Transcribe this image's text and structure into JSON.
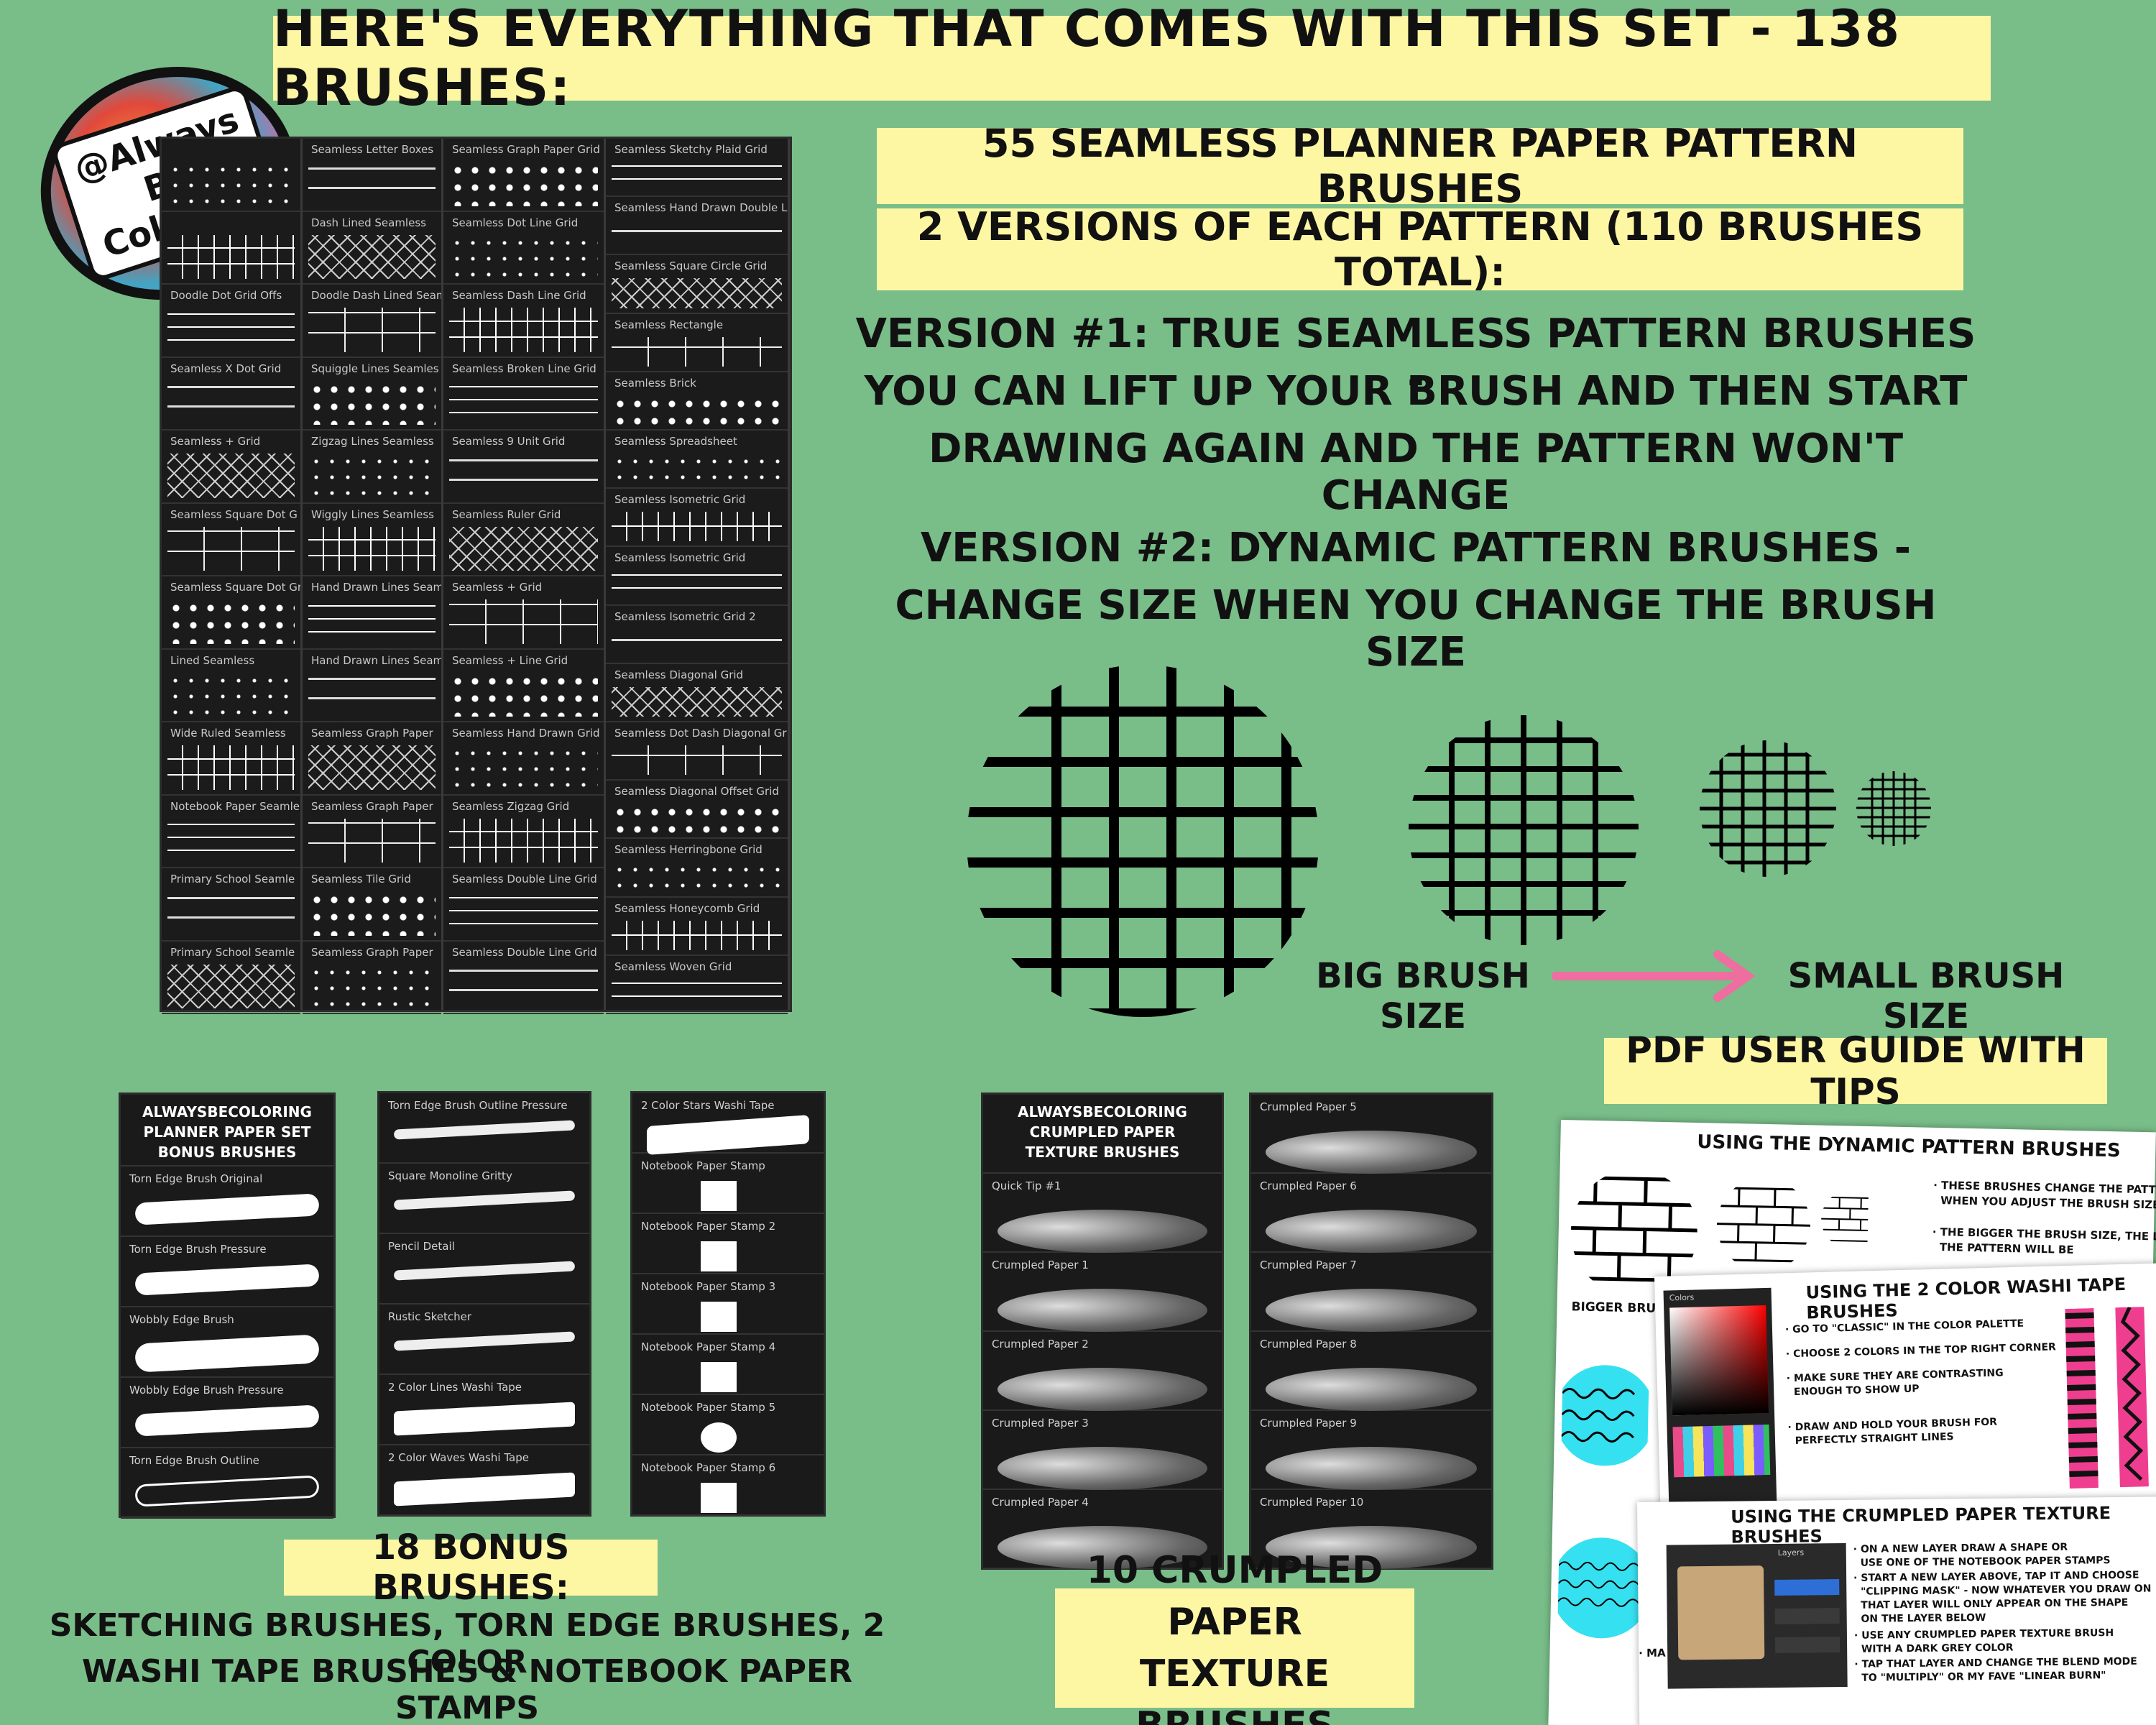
{
  "title": "Here's everything that comes with this set - 138 brushes:",
  "logo": {
    "text": "@Always\nBe\nColoring"
  },
  "headline": {
    "line1": "55 seamless planner paper pattern brushes",
    "line2": "2 versions of each pattern (110 brushes total):"
  },
  "version1": {
    "line1": "Version #1: true seamless pattern brushes -",
    "line2": "you can lift up your brush and then start",
    "line3": "drawing again and the pattern won't change"
  },
  "version2": {
    "line1": "Version #2: dynamic pattern brushes -",
    "line2": "change size when you change the brush size"
  },
  "size_labels": {
    "big": "Big brush size",
    "small": "Small brush size"
  },
  "brush_columns": [
    {
      "items": [
        "",
        "",
        "Doodle Dot Grid Offs",
        "Seamless X Dot Grid",
        "Seamless + Grid",
        "Seamless Square Dot G",
        "Seamless Square Dot Gr",
        "Lined Seamless",
        "Wide Ruled Seamless",
        "Notebook Paper Seamle",
        "Primary School Seamle",
        "Primary School Seamle"
      ]
    },
    {
      "items": [
        "Seamless Letter Boxes",
        "Dash Lined Seamless",
        "Doodle Dash Lined Seam",
        "Squiggle Lines Seamles",
        "Zigzag Lines Seamless",
        "Wiggly Lines Seamless",
        "Hand Drawn Lines Seam",
        "Hand Drawn Lines Seam",
        "Seamless Graph Paper",
        "Seamless Graph Paper",
        "Seamless Tile Grid",
        "Seamless Graph Paper"
      ]
    },
    {
      "items": [
        "Seamless Graph Paper Grid",
        "Seamless Dot Line Grid",
        "Seamless Dash Line Grid",
        "Seamless Broken Line Grid",
        "Seamless 9 Unit Grid",
        "Seamless Ruler Grid",
        "Seamless + Grid",
        "Seamless + Line Grid",
        "Seamless Hand Drawn Grid",
        "Seamless Zigzag Grid",
        "Seamless Double Line Grid",
        "Seamless Double Line Grid"
      ]
    },
    {
      "items": [
        "Seamless Sketchy Plaid Grid",
        "Seamless Hand Drawn Double Line Grid",
        "Seamless Square Circle Grid",
        "Seamless Rectangle",
        "Seamless Brick",
        "Seamless Spreadsheet",
        "Seamless Isometric Grid",
        "Seamless Isometric Grid",
        "Seamless Isometric Grid 2",
        "Seamless Diagonal Grid",
        "Seamless Dot Dash Diagonal Grid",
        "Seamless Diagonal Offset Grid",
        "Seamless Herringbone Grid",
        "Seamless Honeycomb Grid",
        "Seamless Woven Grid"
      ]
    }
  ],
  "bonus_panel": {
    "header": "AlwaysBeColoring\nPlanner Paper Set\nBonus Brushes",
    "col1": [
      "Torn Edge Brush Original",
      "Torn Edge Brush Pressure",
      "Wobbly Edge Brush",
      "Wobbly Edge Brush Pressure",
      "Torn Edge Brush Outline"
    ],
    "col2": [
      "Torn Edge Brush Outline Pressure",
      "Square Monoline Gritty",
      "Pencil Detail",
      "Rustic Sketcher",
      "2 Color Lines Washi Tape",
      "2 Color Waves Washi Tape"
    ],
    "col3": [
      "2 Color Stars Washi Tape",
      "Notebook Paper Stamp",
      "Notebook Paper Stamp 2",
      "Notebook Paper Stamp 3",
      "Notebook Paper Stamp 4",
      "Notebook Paper Stamp 5",
      "Notebook Paper Stamp 6"
    ]
  },
  "bonus_label": {
    "title": "18 bonus brushes:",
    "line1": "sketching brushes, torn edge brushes, 2 color",
    "line2": "washi tape brushes & notebook paper stamps"
  },
  "crumpled_panel": {
    "header": "AlwaysBeColoring\nCrumpled Paper\nTexture Brushes",
    "col1": [
      "Quick Tip #1",
      "Crumpled Paper 1",
      "Crumpled Paper 2",
      "Crumpled Paper 3",
      "Crumpled Paper 4"
    ],
    "col2": [
      "Crumpled Paper 5",
      "Crumpled Paper 6",
      "Crumpled Paper 7",
      "Crumpled Paper 8",
      "Crumpled Paper 9",
      "Crumpled Paper 10"
    ]
  },
  "crumpled_label": {
    "line1": "10 crumpled paper",
    "line2": "texture brushes"
  },
  "guide_label": "PDF user guide with tips",
  "guide_page1": {
    "title": "Using the dynamic pattern brushes",
    "note1": "· These brushes change the pattern\n  when you adjust the brush size",
    "note2": "· The bigger the brush size, the lar\n  the pattern will be",
    "big_label": "Bigger bru"
  },
  "guide_page2": {
    "title": "Using the 2 color washi tape brushes",
    "colors_label": "Colors",
    "steps": [
      "· Go to \"classic\" in the color palette",
      "· Choose 2 colors in the top right corner",
      "· Make sure they are contrasting\n  enough to show up",
      "· Draw and hold your brush for\n  perfectly straight lines"
    ]
  },
  "guide_page3": {
    "title": "Using the crumpled paper texture brushes",
    "layers_label": "Layers",
    "steps": [
      "· On a new layer draw a shape or\n  use one of the notebook paper stamps",
      "· Start a new layer above, tap it and choose\n  \"clipping mask\" - now whatever you draw on\n  that layer will only appear on the shape\n  on the layer below",
      "· Use any crumpled paper texture brush\n  with a dark grey color",
      "· Tap that layer and change the blend mode\n  to \"multiply\" or my fave \"linear burn\""
    ],
    "side_label": "· Ma"
  },
  "colors": {
    "background": "#79bd89",
    "highlight": "#fdf6a3",
    "arrow": "#ef6ea0",
    "panel": "#1b1b1b"
  }
}
